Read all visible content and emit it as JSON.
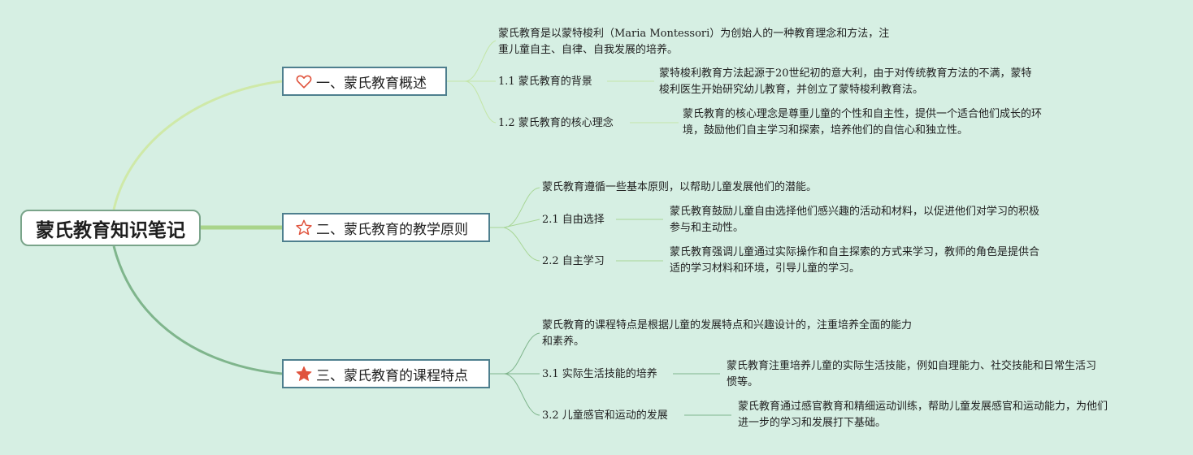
{
  "root": {
    "title": "蒙氏教育知识笔记"
  },
  "sections": [
    {
      "title": "一、蒙氏教育概述",
      "icon": "heart-outline-icon",
      "intro_lines": [
        "蒙氏教育是以蒙特梭利（Maria Montessori）为创始人的一种教育理念和方法，注",
        "重儿童自主、自律、自我发展的培养。"
      ],
      "subs": [
        {
          "label": "1.1 蒙氏教育的背景",
          "detail_lines": [
            "蒙特梭利教育方法起源于20世纪初的意大利，由于对传统教育方法的不满，蒙特",
            "梭利医生开始研究幼儿教育，并创立了蒙特梭利教育法。"
          ]
        },
        {
          "label": "1.2 蒙氏教育的核心理念",
          "detail_lines": [
            "蒙氏教育的核心理念是尊重儿童的个性和自主性，提供一个适合他们成长的环",
            "境，鼓励他们自主学习和探索，培养他们的自信心和独立性。"
          ]
        }
      ]
    },
    {
      "title": "二、蒙氏教育的教学原则",
      "icon": "star-outline-icon",
      "intro_lines": [
        "蒙氏教育遵循一些基本原则，以帮助儿童发展他们的潜能。"
      ],
      "subs": [
        {
          "label": "2.1 自由选择",
          "detail_lines": [
            "蒙氏教育鼓励儿童自由选择他们感兴趣的活动和材料，以促进他们对学习的积极",
            "参与和主动性。"
          ]
        },
        {
          "label": "2.2 自主学习",
          "detail_lines": [
            "蒙氏教育强调儿童通过实际操作和自主探索的方式来学习，教师的角色是提供合",
            "适的学习材料和环境，引导儿童的学习。"
          ]
        }
      ]
    },
    {
      "title": "三、蒙氏教育的课程特点",
      "icon": "star-filled-icon",
      "intro_lines": [
        "蒙氏教育的课程特点是根据儿童的发展特点和兴趣设计的，注重培养全面的能力",
        "和素养。"
      ],
      "subs": [
        {
          "label": "3.1 实际生活技能的培养",
          "detail_lines": [
            "蒙氏教育注重培养儿童的实际生活技能，例如自理能力、社交技能和日常生活习",
            "惯等。"
          ]
        },
        {
          "label": "3.2 儿童感官和运动的发展",
          "detail_lines": [
            "蒙氏教育通过感官教育和精细运动训练，帮助儿童发展感官和运动能力，为他们",
            "进一步的学习和发展打下基础。"
          ]
        }
      ]
    }
  ],
  "colors": {
    "background": "#d6efe3",
    "link_light": "#c4e6a8",
    "link_mid": "#a8d696",
    "link_dark": "#7fb58c",
    "icon_red": "#e0533d",
    "section_border": "#4e7f8e"
  }
}
